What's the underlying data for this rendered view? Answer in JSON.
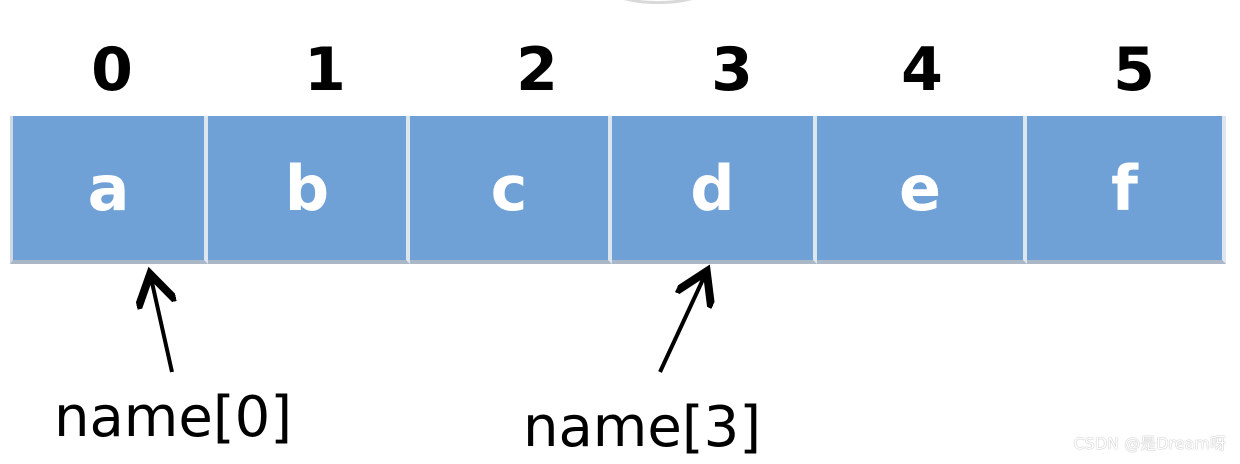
{
  "indices": [
    "0",
    "1",
    "2",
    "3",
    "4",
    "5"
  ],
  "cells": [
    "a",
    "b",
    "c",
    "d",
    "e",
    "f"
  ],
  "pointers": [
    {
      "label": "name[0]",
      "target_index": 0
    },
    {
      "label": "name[3]",
      "target_index": 3
    }
  ],
  "watermark": "CSDN @是Dream呀",
  "colors": {
    "cell_fill": "#6fa1d7",
    "cell_text": "#ffffff",
    "index_text": "#000000",
    "arrow": "#000000"
  }
}
